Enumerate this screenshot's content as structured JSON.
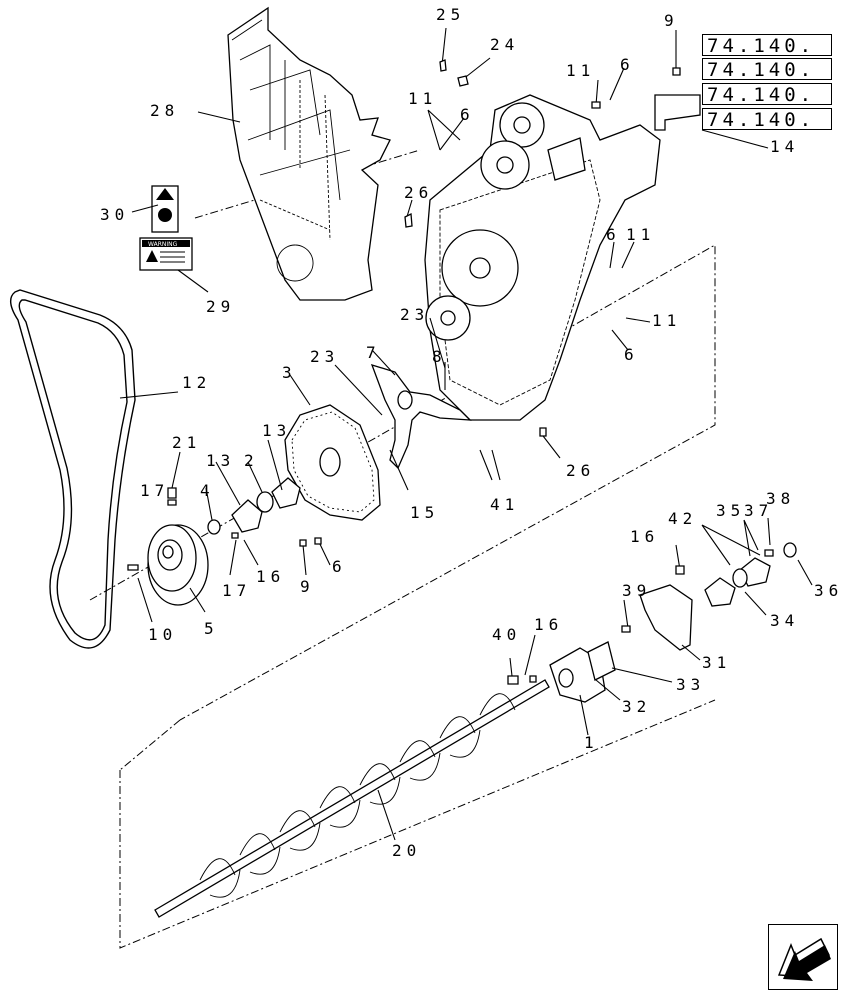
{
  "references": [
    "74.140.",
    "74.140.",
    "74.140.",
    "74.140."
  ],
  "callouts": [
    "25",
    "24",
    "9",
    "11",
    "6",
    "11",
    "6",
    "28",
    "26",
    "30",
    "29",
    "14",
    "6",
    "11",
    "11",
    "6",
    "12",
    "23",
    "8",
    "7",
    "3",
    "23",
    "13",
    "21",
    "17",
    "13",
    "2",
    "4",
    "15",
    "26",
    "41",
    "17",
    "16",
    "9",
    "6",
    "10",
    "5",
    "16",
    "42",
    "35",
    "37",
    "38",
    "36",
    "34",
    "39",
    "31",
    "40",
    "16",
    "33",
    "32",
    "1",
    "20"
  ],
  "icons": {
    "next_page": "arrow-icon"
  },
  "decals": {
    "warning_text": "WARNING"
  }
}
